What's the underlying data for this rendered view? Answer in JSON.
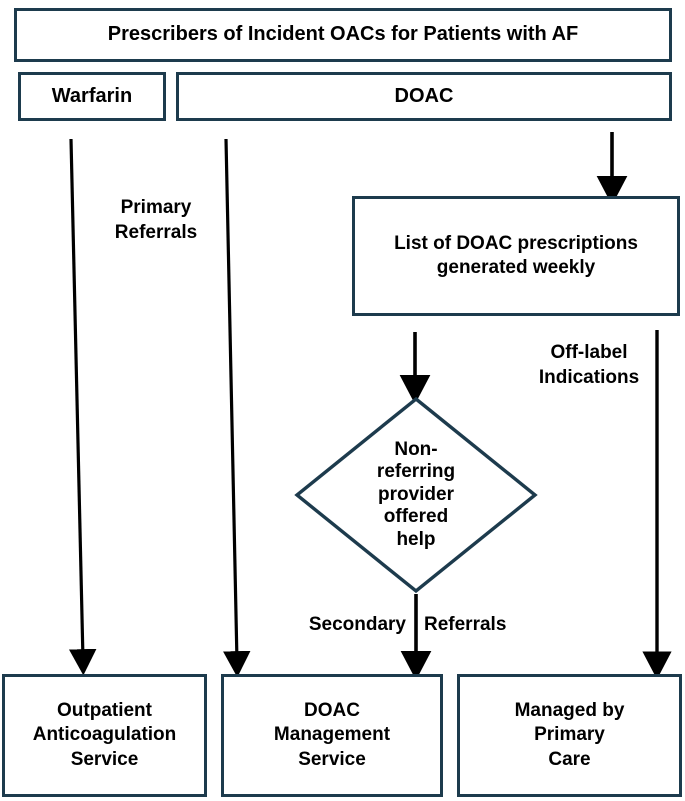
{
  "diagram": {
    "title_box": "Prescribers of Incident OACs for Patients with AF",
    "nodes": {
      "top": {
        "label": "Prescribers of Incident OACs for Patients with AF",
        "shape": "rectangle"
      },
      "warfarin": {
        "label": "Warfarin",
        "shape": "rectangle"
      },
      "doac": {
        "label": "DOAC",
        "shape": "rectangle"
      },
      "list": {
        "label": "List of DOAC prescriptions\ngenerated weekly",
        "shape": "rectangle"
      },
      "decision": {
        "label": "Non-\nreferring\nprovider\noffered\nhelp",
        "shape": "diamond"
      },
      "outpatient": {
        "label": "Outpatient\nAnticoagulation\nService",
        "shape": "rectangle"
      },
      "management": {
        "label": "DOAC\nManagement\nService",
        "shape": "rectangle"
      },
      "primary_care": {
        "label": "Managed by\nPrimary\nCare",
        "shape": "rectangle"
      }
    },
    "edge_labels": {
      "primary_referrals": "Primary\nReferrals",
      "off_label_indications": "Off-label\nIndications",
      "secondary": "Secondary",
      "referrals": "Referrals"
    },
    "colors": {
      "border": "#1d3b4d",
      "arrow": "#000000",
      "text": "#000000",
      "background": "#ffffff"
    }
  }
}
